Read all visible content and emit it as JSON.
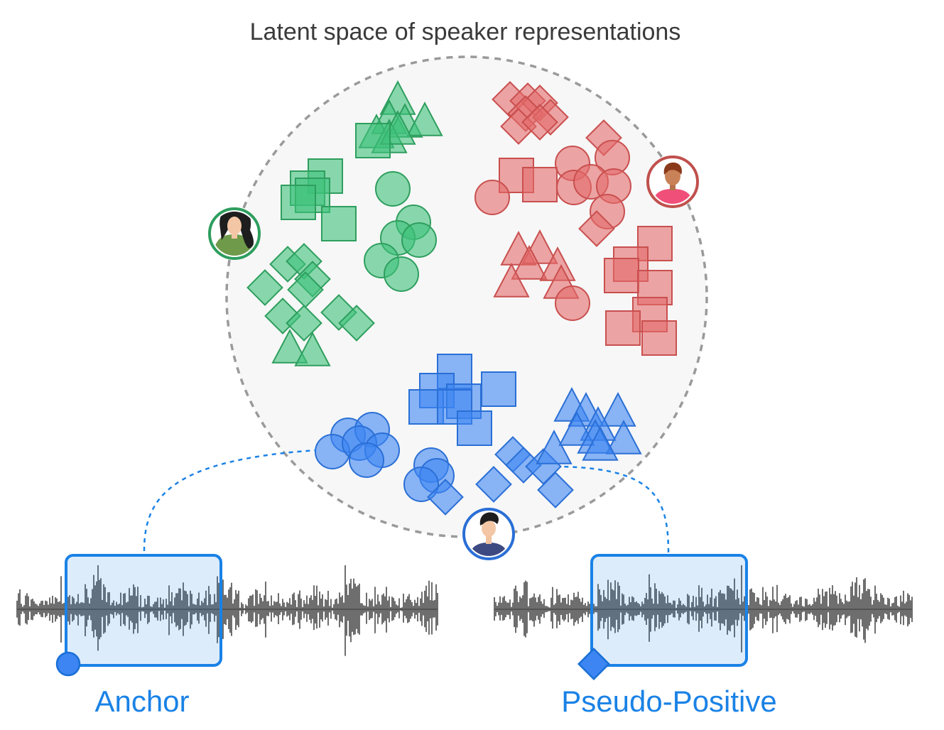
{
  "title": "Latent space of speaker representations",
  "anchor_label": "Anchor",
  "pseudo_positive_label": "Pseudo-Positive",
  "colors": {
    "green_fill": "#3ec27a",
    "green_stroke": "#2e9e5e",
    "red_fill": "#e56b6b",
    "red_stroke": "#c94f4f",
    "blue_fill": "#3d85f2",
    "blue_stroke": "#2a6fd6",
    "accent_blue": "#1a82e6",
    "waveform": "#4a4a4a",
    "circle_bg": "#f7f7f7",
    "circle_border": "#9a9a9a"
  },
  "icons": {
    "speaker_female": "speaker-female-avatar-icon",
    "speaker_male_red": "speaker-male-avatar-icon",
    "speaker_male_blue": "speaker-male-blue-avatar-icon",
    "anchor_marker": "circle-marker-icon",
    "pseudo_positive_marker": "diamond-marker-icon"
  }
}
